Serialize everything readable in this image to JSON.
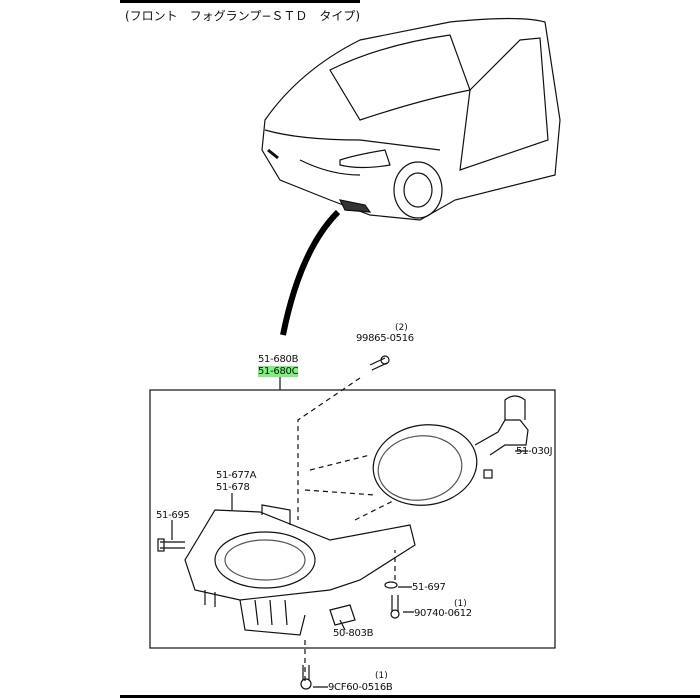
{
  "title": "(フロント　フォグランプ−ＳＴＤ　タイプ)",
  "parts": {
    "assembly_b": "51-680B",
    "assembly_c": "51-680C",
    "screw_top": "99865-0516",
    "screw_top_qty": "(2)",
    "bulb": "51-030J",
    "bracket_a": "51-677A",
    "bracket_b": "51-678",
    "bolt_left": "51-695",
    "nut": "51-697",
    "bolt_right": "90740-0612",
    "bolt_right_qty": "(1)",
    "clip": "50-803B",
    "bolt_bottom": "9CF60-0516B",
    "bolt_bottom_qty": "(1)"
  },
  "highlight_color": "#7df07d"
}
